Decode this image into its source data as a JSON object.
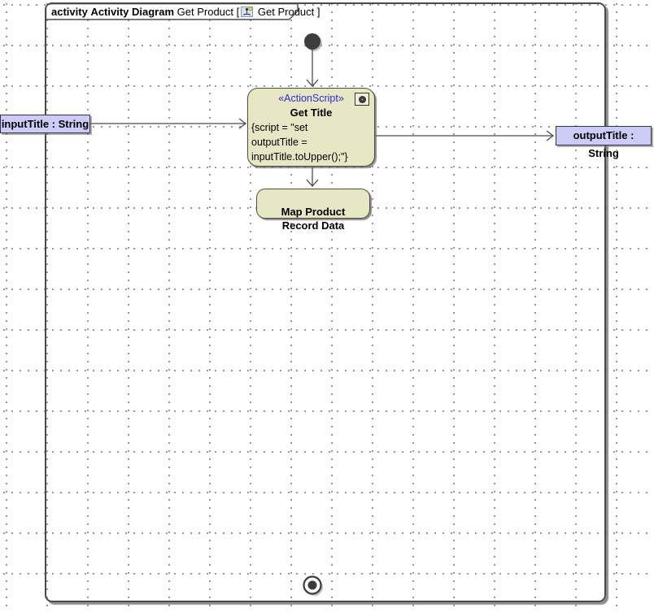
{
  "frame": {
    "keyword": "activity",
    "diagram_kind": "Activity Diagram",
    "diagram_name": "Get Product",
    "bracket_open": "[",
    "bracket_diagram_name": "Get Product",
    "bracket_close": "]"
  },
  "nodes": {
    "action": {
      "stereotype": "«ActionScript»",
      "name": "Get Title",
      "script": "{script = \"set\noutputTitle =\ninputTitle.toUpper();\"}"
    },
    "map_action": {
      "name": "Map Product\nRecord Data"
    },
    "input_param": {
      "label": "inputTitle : String"
    },
    "output_param": {
      "label": "outputTitle : String"
    }
  },
  "colors": {
    "frame_border": "#4a4a4a",
    "action_fill": "#e7e7c5",
    "action_border": "#4e4e38",
    "param_fill": "#ccccf7",
    "param_border": "#32324c",
    "stereotype_text": "#2d2dd0",
    "grid_dot": "#858585"
  }
}
